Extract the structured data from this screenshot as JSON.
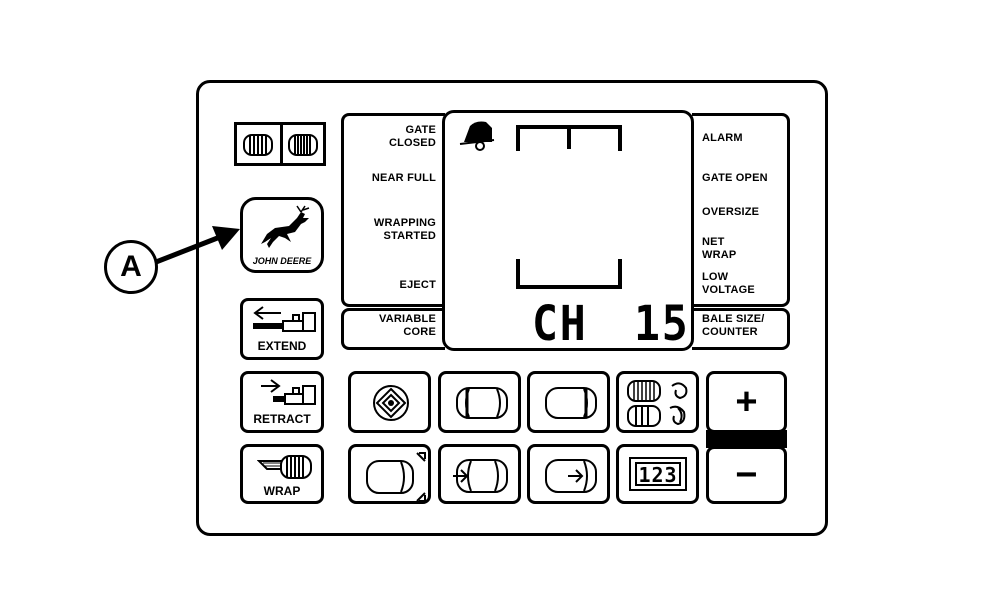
{
  "callout": {
    "letter": "A"
  },
  "brand": {
    "name": "JOHN DEERE"
  },
  "left_labels": {
    "gate_closed": [
      "GATE",
      "CLOSED"
    ],
    "near_full": "NEAR FULL",
    "wrapping_started": [
      "WRAPPING",
      "STARTED"
    ],
    "eject": "EJECT",
    "variable_core": [
      "VARIABLE",
      "CORE"
    ]
  },
  "right_labels": {
    "alarm": "ALARM",
    "gate_open": "GATE OPEN",
    "oversize": "OVERSIZE",
    "net_wrap": [
      "NET",
      "WRAP"
    ],
    "low_voltage": [
      "LOW",
      "VOLTAGE"
    ],
    "bale_size_counter": [
      "BALE SIZE/",
      "COUNTER"
    ]
  },
  "display": {
    "channel": "CH",
    "value": "15"
  },
  "buttons": {
    "extend": "EXTEND",
    "retract": "RETRACT",
    "wrap": "WRAP",
    "plus": "+",
    "minus": "−",
    "counter_digits": "123"
  }
}
